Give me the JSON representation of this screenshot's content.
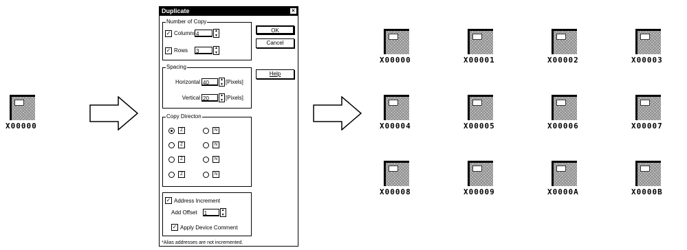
{
  "source_tile": {
    "label": "X00000"
  },
  "dialog": {
    "title": "Duplicate",
    "close_glyph": "×",
    "number_of_copy": {
      "legend": "Number of Copy",
      "columns_label": "Columns",
      "columns_value": "4",
      "rows_label": "Rows",
      "rows_value": "3"
    },
    "spacing": {
      "legend": "Spacing",
      "horizontal_label": "Horizontal",
      "horizontal_value": "40",
      "vertical_label": "Vertical",
      "vertical_value": "20",
      "unit": "[Pixels]"
    },
    "copy_direction": {
      "legend": "Copy Directon"
    },
    "address_increment_label": "Address Increment",
    "add_offset_label": "Add Offset",
    "add_offset_value": "1",
    "apply_comment_label": "Apply Device Comment",
    "buttons": {
      "ok": "OK",
      "cancel": "Cancel",
      "help": "Help"
    },
    "footnote": "*Alias addresses are not incremented."
  },
  "grid_labels": [
    "X00000",
    "X00001",
    "X00002",
    "X00003",
    "X00004",
    "X00005",
    "X00006",
    "X00007",
    "X00008",
    "X00009",
    "X0000A",
    "X0000B"
  ]
}
